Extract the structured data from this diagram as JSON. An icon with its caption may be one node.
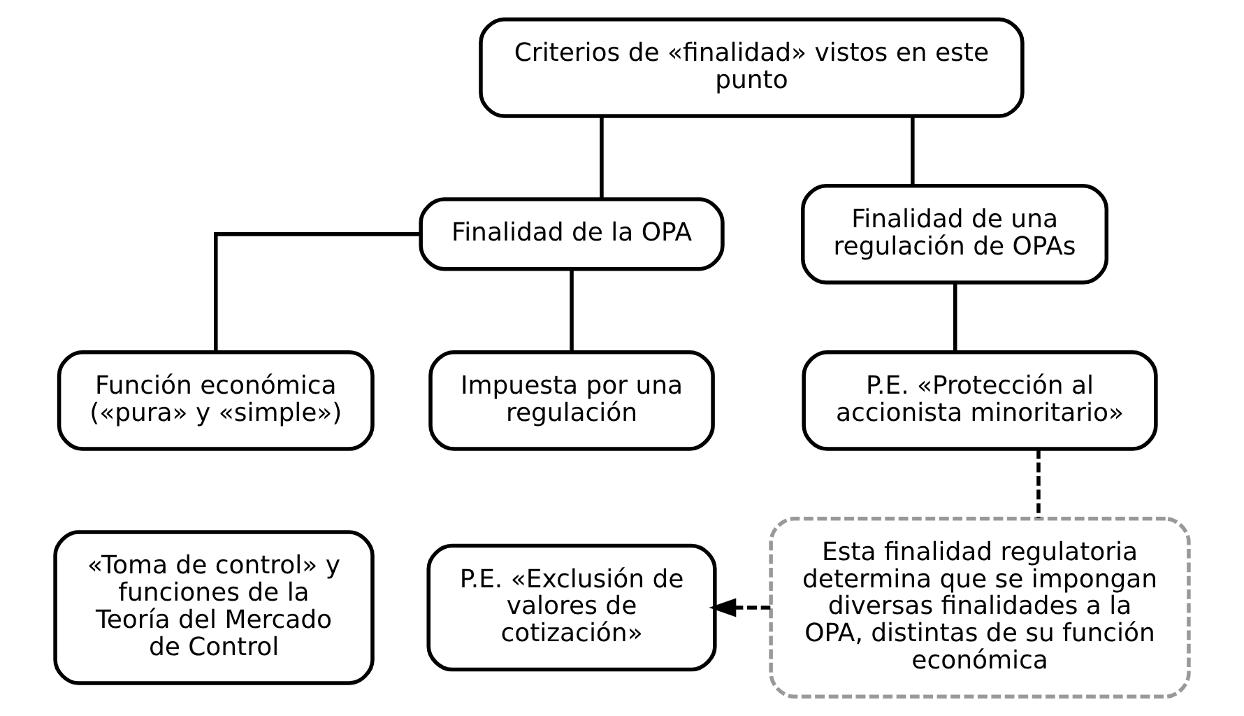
{
  "diagram": {
    "nodes": [
      {
        "text": [
          "Criterios de «finalidad» vistos en este punto"
        ]
      },
      {
        "text": [
          "Finalidad de la OPA"
        ]
      },
      {
        "text": [
          "Finalidad de una regulación de OPAs"
        ]
      },
      {
        "text": [
          "Función económica («pura» y «simple»)"
        ]
      },
      {
        "text": [
          "Impuesta por una regulación"
        ]
      },
      {
        "text": [
          "P.E. «Protección al accionista minoritario»"
        ]
      },
      {
        "text": [
          "«Toma de control» y funciones de la Teoría del Mercado de Control"
        ]
      },
      {
        "text": [
          "P.E. «Exclusión de valores de cotización»"
        ]
      },
      {
        "text": [
          "Esta finalidad regulatoria determina que se impongan diversas finalidades a la OPA, distintas de su función económica"
        ]
      }
    ],
    "edges": [
      {
        "from": 0,
        "to": 1,
        "arrow": "none"
      },
      {
        "from": 0,
        "to": 2,
        "arrow": "none"
      },
      {
        "from": 1,
        "to": 3,
        "arrow": "none"
      },
      {
        "from": 1,
        "to": 4,
        "arrow": "none"
      },
      {
        "from": 2,
        "to": 5,
        "arrow": "none"
      },
      {
        "from": 5,
        "to": 8,
        "arrow": "none",
        "style": "dashed"
      },
      {
        "from": 8,
        "to": 7,
        "arrow": "to",
        "style": "dashed"
      }
    ]
  }
}
